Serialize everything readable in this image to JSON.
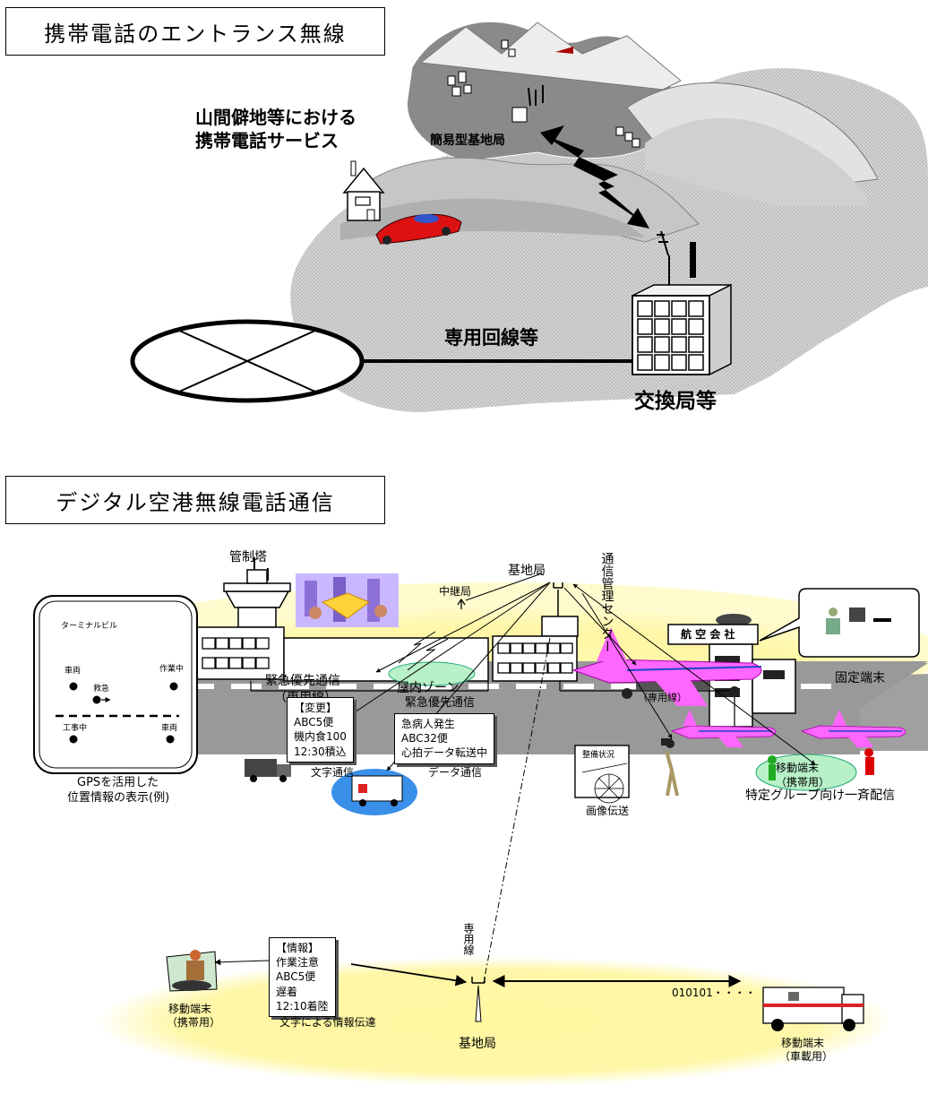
{
  "entrance": {
    "title": "携帯電話のエントランス無線",
    "service_label_1": "山間僻地等における",
    "service_label_2": "携帯電話サービス",
    "simple_base_station": "簡易型基地局",
    "dedicated_line": "専用回線等",
    "exchange": "交換局等"
  },
  "airport": {
    "title": "デジタル空港無線電話通信",
    "control_tower": "管制塔",
    "base_station_top": "基地局",
    "relay_station": "中継局",
    "comm_center": "通信管理センター",
    "indoor_zone": "屋内ゾーン",
    "emergency_priority_1": "緊急優先通信",
    "dedicated_line_paren": "（専用線）",
    "airline": "航 空 会 社",
    "dedicated_line_paren_2": "（専用線）",
    "fixed_terminal": "固定端末",
    "terminal_map": {
      "title": "ターミナルビル",
      "vehicle_1": "車両",
      "working_1": "作業中",
      "emergency": "救急",
      "under_construction": "工事中",
      "vehicle_2": "車両"
    },
    "gps_caption_1": "GPSを活用した",
    "gps_caption_2": "位置情報の表示(例)",
    "note_change": [
      "【変更】",
      "ABC5便",
      "機内食100",
      "12:30積込"
    ],
    "text_comm": "文字通信",
    "emergency_priority_2": "緊急優先通信",
    "note_emergency": [
      "急病人発生",
      "ABC32便",
      "心拍データ転送中"
    ],
    "data_comm": "データ通信",
    "maintenance_status": "整備状況",
    "image_transmission": "画像伝送",
    "mobile_terminal_1": "移動端末",
    "mobile_terminal_1_sub": "（携帯用）",
    "group_broadcast": "特定グループ向け一斉配信",
    "dedicated_line_vertical": "専用線",
    "note_info": [
      "【情報】",
      "作業注意",
      "ABC5便",
      "遅着",
      "12:10着陸"
    ],
    "text_info_transmission": "文字による情報伝達",
    "base_station_bottom": "基地局",
    "bitstream": "010101・・・・",
    "mobile_terminal_2": "移動端末",
    "mobile_terminal_2_sub": "（携帯用）",
    "mobile_terminal_3": "移動端末",
    "mobile_terminal_3_sub": "（車載用）"
  },
  "colors": {
    "ellipse_yellow": "#fff7a8",
    "plane_pink": "#ff66ff",
    "zone_green": "#b8f0c8",
    "mountain_gray": "#8a8a8a",
    "ground_gray": "#cfcfcf",
    "runway": "#999999"
  }
}
